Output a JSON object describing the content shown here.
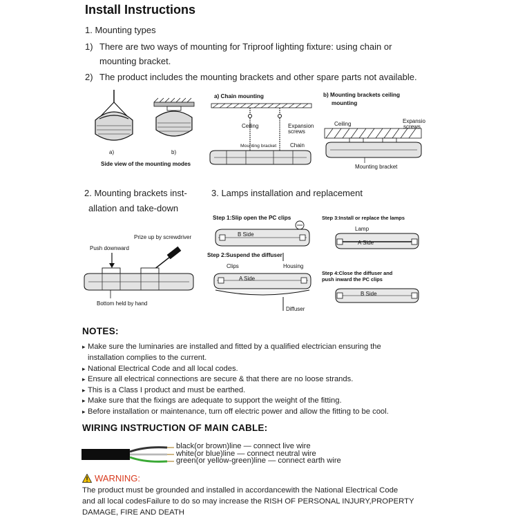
{
  "title": "Install Instructions",
  "section1": {
    "heading": "1. Mounting types",
    "item1_num": "1)",
    "item1_line1": "There are two ways of mounting for Triproof lighting fixture: using chain or",
    "item1_line2": "mounting bracket.",
    "item2_num": "2)",
    "item2_text": "The product includes the mounting brackets and other spare parts not available."
  },
  "fig_side": {
    "label_a": "a)",
    "label_b": "b)",
    "caption": "Side view of the mounting modes"
  },
  "fig_chain": {
    "title": "a) Chain mounting",
    "ceiling": "Ceiling",
    "expansion_line1": "Expansion",
    "expansion_line2": "screws",
    "bracket": "Mounting bracket",
    "chain": "Chain"
  },
  "fig_bracket": {
    "title_line1": "b) Mounting  brackets ceiling",
    "title_line2": "mounting",
    "ceiling": "Ceiling",
    "expansion_line1": "Expansio",
    "expansion_line2": "screws",
    "bracket": "Mounting bracket"
  },
  "section2": {
    "line1": "2. Mounting brackets inst-",
    "line2": "allation and take-down",
    "prize": "Prize up by screwdriver",
    "push": "Push downward",
    "bottom": "Bottom held by hand"
  },
  "section3": {
    "heading": "3. Lamps installation and replacement",
    "step1": "Step 1:Slip open the PC clips",
    "step2": "Step 2:Suspend the diffuser",
    "step3": "Step 3:Install or replace the lamps",
    "step4_line1": "Step 4:Close the diffuser and",
    "step4_line2": "push inward the PC clips",
    "b_side": "B Side",
    "a_side": "A Side",
    "clips": "Clips",
    "housing": "Housing",
    "diffuser": "Diffuser",
    "lamp": "Lamp"
  },
  "notes": {
    "heading": "NOTES:",
    "bullet": "▸",
    "items": [
      "Make sure the luminaries are installed and fitted by a qualified electrician ensuring the",
      "National Electrical Code and all local codes.",
      "Ensure all electrical connections are secure & that there are no loose strands.",
      "This is a Class I product and must be earthed.",
      "Make sure that the fixings are adequate to support the weight of the fitting.",
      "Before installation or maintenance, turn off electric power and allow the fitting to be cool."
    ],
    "item1_cont": "installation complies to the current."
  },
  "wiring": {
    "heading": "WIRING INSTRUCTION OF MAIN CABLE:",
    "lines": [
      "black(or brown)line — connect live wire",
      "white(or blue)line — connect neutral wire",
      "green(or yellow-green)line — connect earth wire"
    ]
  },
  "warning": {
    "heading": "WARNING:",
    "line1": "The product must be grounded and installed in accordancewith the National Electrical Code",
    "line2": "and all local codesFailure to do so may increase the RISH OF PERSONAL INJURY,PROPERTY",
    "line3": "DAMAGE, FIRE AND DEATH"
  },
  "colors": {
    "warning": "#d83a1e",
    "warning_icon": "#f2c200",
    "wire_green": "#3aa935"
  }
}
